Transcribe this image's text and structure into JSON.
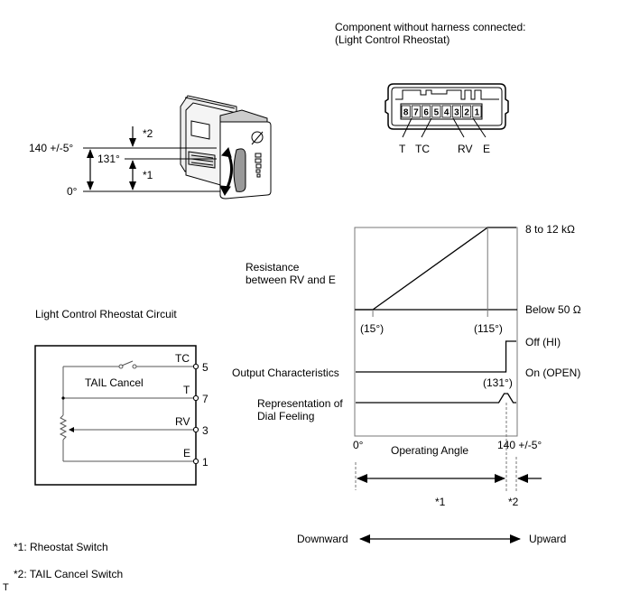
{
  "connector": {
    "title_line1": "Component without harness connected:",
    "title_line2": "(Light Control Rheostat)",
    "pins": [
      "8",
      "7",
      "6",
      "5",
      "4",
      "3",
      "2",
      "1"
    ],
    "terminal_labels": [
      {
        "label": "T",
        "pin": "7"
      },
      {
        "label": "TC",
        "pin": "5"
      },
      {
        "label": "RV",
        "pin": "3"
      },
      {
        "label": "E",
        "pin": "1"
      }
    ]
  },
  "switch_view": {
    "angle_top": "140 +/-5°",
    "angle_mid": "131°",
    "angle_bottom": "0°",
    "marker_upper": "*2",
    "marker_lower": "*1"
  },
  "circuit": {
    "title": "Light Control Rheostat Circuit",
    "switch_label": "TAIL Cancel",
    "terminals": [
      {
        "name": "TC",
        "pin": "5"
      },
      {
        "name": "T",
        "pin": "7"
      },
      {
        "name": "RV",
        "pin": "3"
      },
      {
        "name": "E",
        "pin": "1"
      }
    ]
  },
  "chart_data": {
    "type": "line",
    "title": "",
    "xlabel": "Operating Angle",
    "x_range_deg": [
      0,
      140
    ],
    "x_start_label": "0°",
    "x_end_label": "140 +/-5°",
    "series": [
      {
        "name": "Resistance between RV and E",
        "label_line1": "Resistance",
        "label_line2": "between RV and E",
        "points_deg": [
          [
            0,
            "low"
          ],
          [
            15,
            "low"
          ],
          [
            115,
            "high"
          ],
          [
            140,
            "high"
          ]
        ],
        "level_high_label": "8 to 12 kΩ",
        "level_low_label": "Below 50 Ω",
        "annotations": [
          "(15°)",
          "(115°)"
        ]
      },
      {
        "name": "Output Characteristics",
        "label_line1": "Output Characteristics",
        "points_deg": [
          [
            0,
            "On"
          ],
          [
            131,
            "On"
          ],
          [
            131,
            "Off"
          ],
          [
            140,
            "Off"
          ]
        ],
        "level_high_label": "Off (HI)",
        "level_low_label": "On (OPEN)"
      },
      {
        "name": "Representation of Dial Feeling",
        "label_line1": "Representation of",
        "label_line2": "Dial Feeling",
        "bump_at_deg": 131,
        "annotation": "(131°)"
      }
    ],
    "ranges": [
      {
        "marker": "*1",
        "from_deg": 0,
        "to_deg": 131
      },
      {
        "marker": "*2",
        "from_deg": 131,
        "to_deg": 140
      }
    ],
    "direction": {
      "left": "Downward",
      "right": "Upward"
    }
  },
  "legend": {
    "items": [
      "*1: Rheostat Switch",
      "*2: TAIL Cancel Switch"
    ]
  },
  "footer_mark": "T"
}
